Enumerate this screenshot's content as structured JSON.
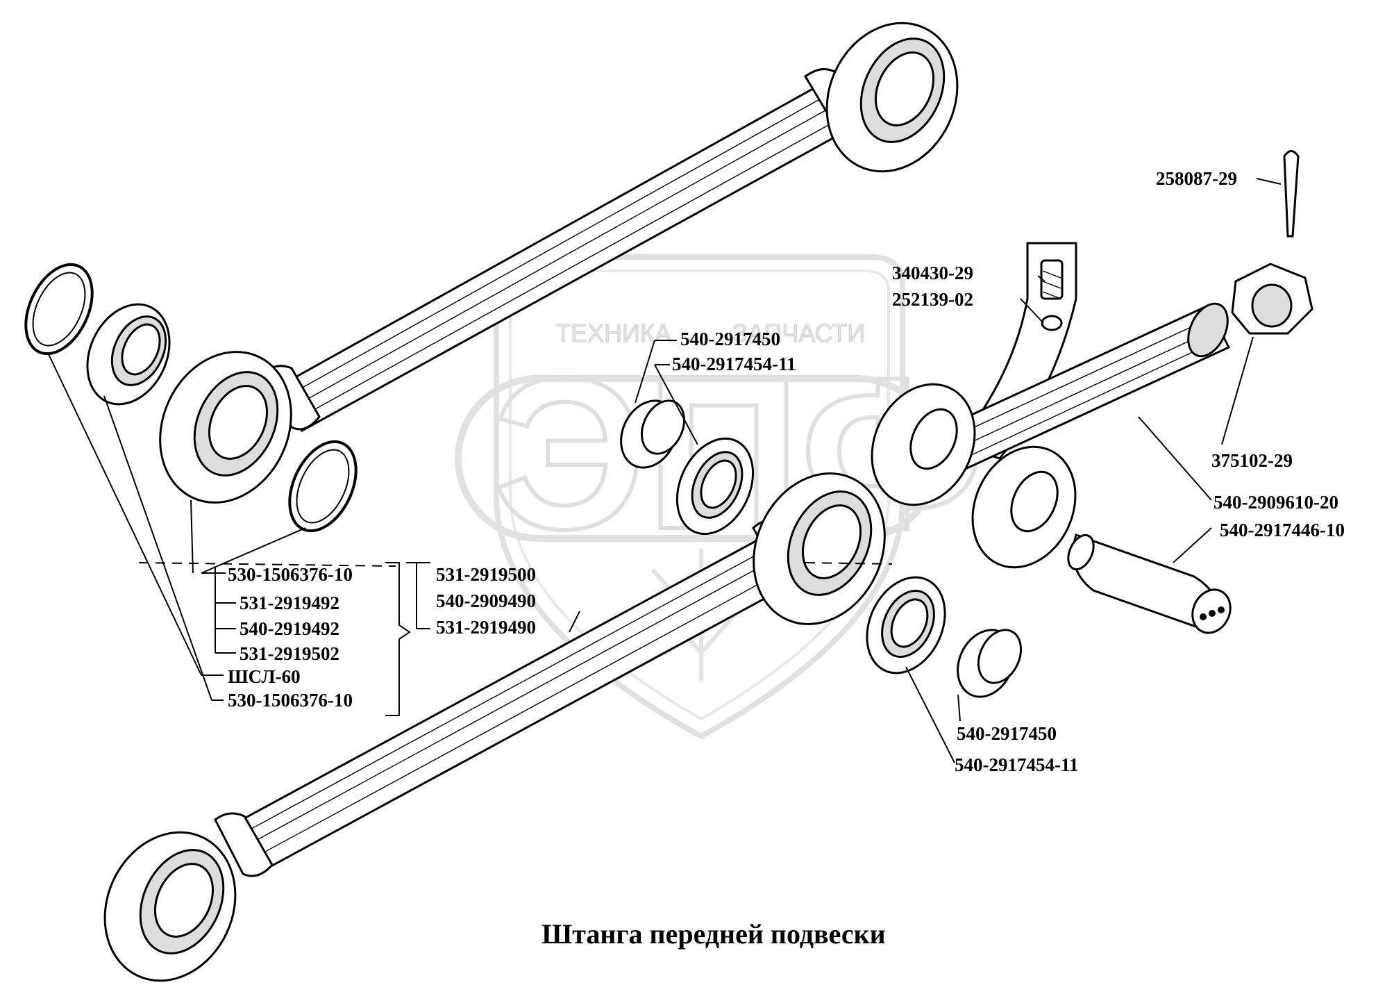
{
  "title": "Штанга передней подвески",
  "watermark": {
    "top_left": "ТЕХНИКА",
    "top_right": "ЗАПЧАСТИ",
    "monogram": "ЭПФ"
  },
  "labels": {
    "p258087_29": "258087-29",
    "p340430_29": "340430-29",
    "p252139_02": "252139-02",
    "p375102_29": "375102-29",
    "p540_2909610_20": "540-2909610-20",
    "p540_2917446_10": "540-2917446-10",
    "mid_540_2917450": "540-2917450",
    "mid_540_2917454_11": "540-2917454-11",
    "bot_540_2917450": "540-2917450",
    "bot_540_2917454_11": "540-2917454-11",
    "g1_530_1506376_10": "530-1506376-10",
    "g1_531_2919492": "531-2919492",
    "g1_540_2919492": "540-2919492",
    "g1_531_2919502": "531-2919502",
    "g1_shsl_60": "ШСЛ-60",
    "g1_530_1506376_10_b": "530-1506376-10",
    "g2_531_2919500": "531-2919500",
    "g2_540_2909490": "540-2909490",
    "g2_531_2919490": "531-2919490"
  }
}
